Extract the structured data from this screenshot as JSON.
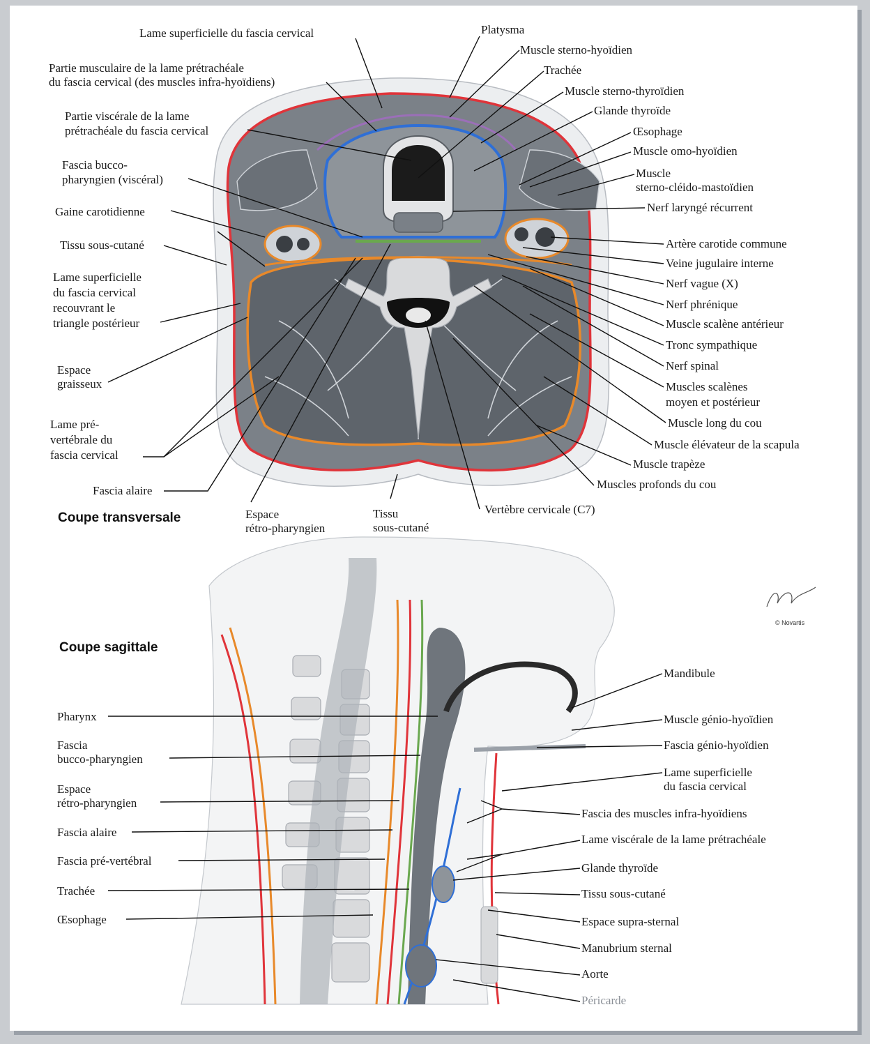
{
  "transverse": {
    "title": "Coupe transversale",
    "labels": {
      "lame_sup": "Lame superficielle du fascia cervical",
      "platysma": "Platysma",
      "sterno_hyoidien": "Muscle sterno-hyoïdien",
      "trachee": "Trachée",
      "sterno_thyroidien": "Muscle sterno-thyroïdien",
      "thyroide": "Glande thyroïde",
      "oesophage": "Œsophage",
      "omo_hyoidien": "Muscle omo-hyoïdien",
      "scm_1": "Muscle",
      "scm_2": "sterno-cléido-mastoïdien",
      "larynge": "Nerf laryngé récurrent",
      "carotide": "Artère carotide commune",
      "jugulaire": "Veine jugulaire interne",
      "vague": "Nerf vague (X)",
      "phrenique": "Nerf phrénique",
      "scalene_ant": "Muscle scalène antérieur",
      "tronc_symp": "Tronc sympathique",
      "spinal": "Nerf spinal",
      "scalenes_1": "Muscles scalènes",
      "scalenes_2": "moyen et postérieur",
      "long_cou": "Muscle long du cou",
      "elevateur": "Muscle élévateur de la scapula",
      "trapeze": "Muscle trapèze",
      "profonds": "Muscles profonds du cou",
      "vertebre": "Vertèbre cervicale (C7)",
      "tissu_bas_1": "Tissu",
      "tissu_bas_2": "sous-cutané",
      "retro_1": "Espace",
      "retro_2": "rétro-pharyngien",
      "alaire": "Fascia alaire",
      "prevert_1": "Lame pré-",
      "prevert_2": "vertébrale du",
      "prevert_3": "fascia cervical",
      "graisseux_1": "Espace",
      "graisseux_2": "graisseux",
      "lame_post_1": "Lame superficielle",
      "lame_post_2": "du fascia cervical",
      "lame_post_3": "recouvrant le",
      "lame_post_4": "triangle postérieur",
      "tissu_gauche": "Tissu sous-cutané",
      "gaine": "Gaine carotidienne",
      "bucco_1": "Fascia bucco-",
      "bucco_2": "pharyngien (viscéral)",
      "visc_1": "Partie viscérale de la lame",
      "visc_2": "prétrachéale du fascia cervical",
      "musc_1": "Partie musculaire de la lame prétrachéale",
      "musc_2": "du fascia cervical (des muscles infra-hyoïdiens)"
    }
  },
  "sagittal": {
    "title": "Coupe sagittale",
    "labels": {
      "pharynx": "Pharynx",
      "bucco_1": "Fascia",
      "bucco_2": "bucco-pharyngien",
      "retro_1": "Espace",
      "retro_2": "rétro-pharyngien",
      "alaire": "Fascia alaire",
      "prevert": "Fascia pré-vertébral",
      "trachee": "Trachée",
      "oesophage": "Œsophage",
      "mandibule": "Mandibule",
      "genio_muscle": "Muscle génio-hyoïdien",
      "genio_fascia": "Fascia génio-hyoïdien",
      "lame_sup_1": "Lame superficielle",
      "lame_sup_2": "du fascia cervical",
      "infra": "Fascia des muscles infra-hyoïdiens",
      "visc": "Lame viscérale de la lame prétrachéale",
      "thyroide": "Glande thyroïde",
      "tissu": "Tissu sous-cutané",
      "supra": "Espace supra-sternal",
      "manubrium": "Manubrium sternal",
      "aorte": "Aorte",
      "pericarde": "Péricarde"
    }
  },
  "credit": "© Novartis",
  "colors": {
    "red_fascia": "#e0343a",
    "orange_fascia": "#e8892a",
    "blue_fascia": "#2f6fd6",
    "green_fascia": "#6aa84f",
    "purple_fascia": "#9b6fb8",
    "muscle": "#6f757c",
    "bone": "#d9dadc"
  }
}
